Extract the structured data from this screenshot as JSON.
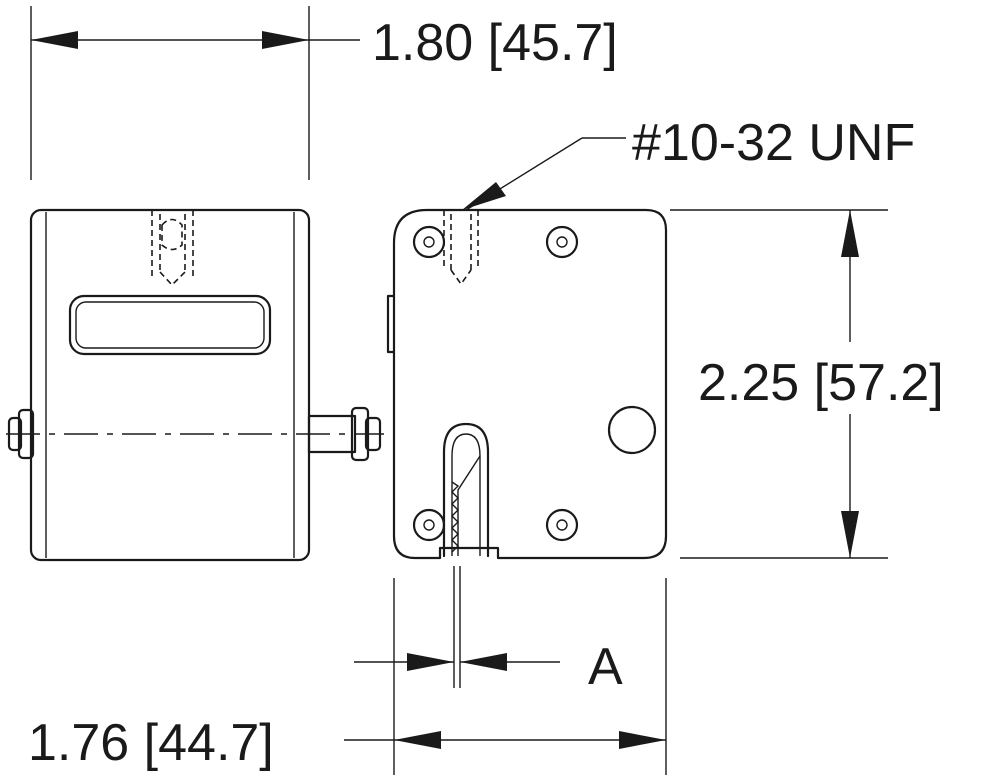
{
  "dimensions": {
    "width_top": "1.80 [45.7]",
    "height_right": "2.25 [57.2]",
    "width_bottom": "1.76 [44.7]",
    "slot_gap": "A"
  },
  "callouts": {
    "thread": "#10-32 UNF"
  }
}
